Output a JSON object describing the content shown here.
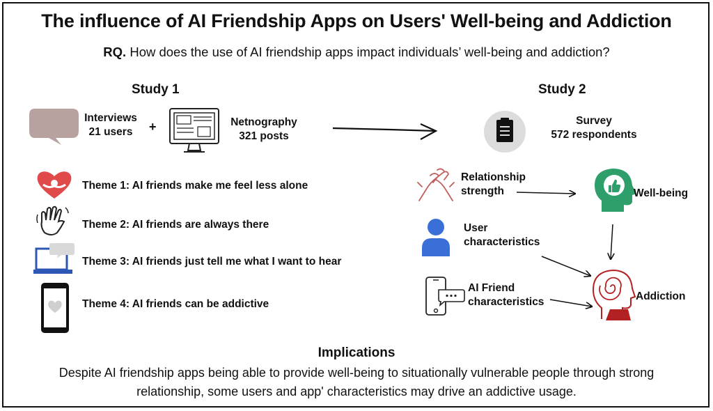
{
  "title": "The influence of AI Friendship Apps on Users' Well-being and Addiction",
  "rq": {
    "prefix": "RQ.",
    "text": "How does the use of AI friendship apps impact individuals’ well-being and addiction?"
  },
  "study1": {
    "heading": "Study 1",
    "interviews": {
      "line1": "Interviews",
      "line2": "21 users"
    },
    "plus": "+",
    "netnography": {
      "line1": "Netnography",
      "line2": "321 posts"
    },
    "themes": [
      {
        "label": "Theme 1: AI friends make me feel less alone",
        "icon": "heart-hands-icon"
      },
      {
        "label": "Theme 2: AI friends are always there",
        "icon": "waving-hand-icon"
      },
      {
        "label": "Theme 3: AI friends just tell me what I want to hear",
        "icon": "laptop-chat-icon"
      },
      {
        "label": "Theme 4: AI friends can be addictive",
        "icon": "phone-heart-icon"
      }
    ]
  },
  "study2": {
    "heading": "Study 2",
    "survey": {
      "line1": "Survey",
      "line2": "572 respondents"
    },
    "relationship": {
      "line1": "Relationship",
      "line2": "strength"
    },
    "user": {
      "line1": "User",
      "line2": "characteristics"
    },
    "aifriend": {
      "line1": "AI Friend",
      "line2": "characteristics"
    },
    "wellbeing": "Well-being",
    "addiction": "Addiction"
  },
  "implications": {
    "heading": "Implications",
    "text": "Despite AI friendship apps being able to provide well-being to situationally vulnerable people through strong relationship, some users and app' characteristics may drive an addictive usage."
  },
  "colors": {
    "accent_red": "#e04a4a",
    "head_green": "#2e9e6a",
    "user_blue": "#3b6fd8",
    "bubble_mauve": "#b7a2a0",
    "spiral_red": "#b22222"
  }
}
